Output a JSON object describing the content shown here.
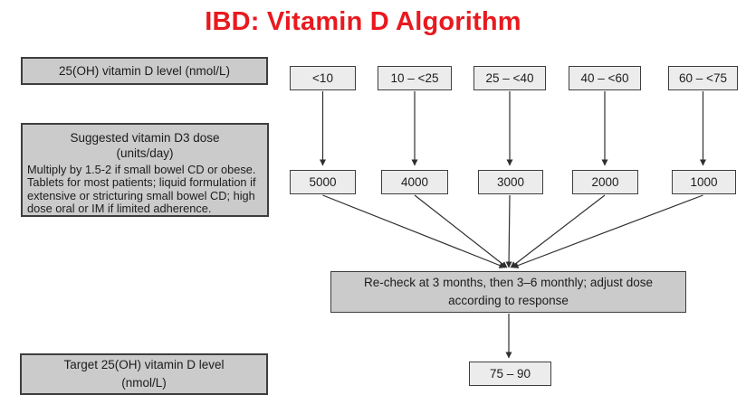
{
  "title": {
    "text": "IBD: Vitamin D Algorithm",
    "color": "#e8191f"
  },
  "left_panel": {
    "level_label": "25(OH) vitamin D level (nmol/L)",
    "dose_label": {
      "heading": "Suggested vitamin D3 dose",
      "subheading": "(units/day)",
      "body": "Multiply by 1.5-2 if small bowel CD or obese. Tablets for most patients; liquid formulation if extensive or stricturing small bowel CD; high dose oral or IM if limited adherence."
    },
    "target_label": {
      "line1": "Target 25(OH) vitamin D level",
      "line2": "(nmol/L)"
    }
  },
  "flow": {
    "columns": [
      {
        "range": "<10",
        "dose": "5000"
      },
      {
        "range": "10 – <25",
        "dose": "4000"
      },
      {
        "range": "25 – <40",
        "dose": "3000"
      },
      {
        "range": "40 – <60",
        "dose": "2000"
      },
      {
        "range": "60 – <75",
        "dose": "1000"
      }
    ],
    "recheck_note": "Re-check at 3 months, then 3–6 monthly; adjust dose according to response",
    "target_range": "75 – 90"
  },
  "colors": {
    "title_red": "#e8191f",
    "panel_gray": "#cbcbcb",
    "node_gray": "#ececec",
    "border": "#3e3e3e",
    "arrow": "#2f2f2f",
    "background": "#ffffff"
  }
}
